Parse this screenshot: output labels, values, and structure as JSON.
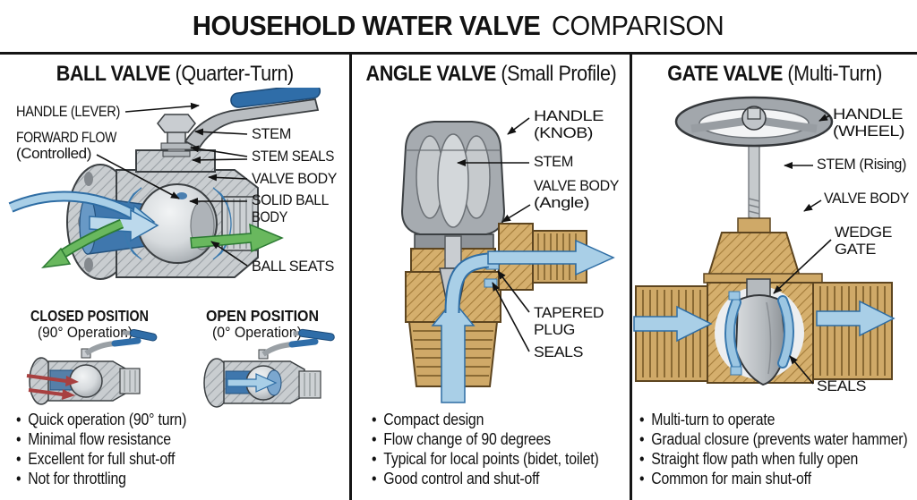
{
  "title": {
    "main": "HOUSEHOLD WATER VALVE",
    "suffix": "COMPARISON"
  },
  "colors": {
    "background": "#ffffff",
    "text": "#121212",
    "divider": "#151515",
    "steel_gray": "#c9cdd0",
    "brass": "#cfa968",
    "water_blue": "#a9cfe7",
    "water_blue_dark": "#2e6da4",
    "flow_green": "#69b85e",
    "handle_blue": "#2f6da8",
    "blocked_red": "#a84040"
  },
  "panels": [
    {
      "heading": "BALL VALVE",
      "heading_note": "(Quarter-Turn)",
      "labels": {
        "handle": "HANDLE (LEVER)",
        "forward_flow_line1": "FORWARD FLOW",
        "forward_flow_line2": "(Controlled)",
        "stem": "STEM",
        "stem_seals": "STEM SEALS",
        "valve_body": "VALVE BODY",
        "solid_ball_line1": "SOLID BALL",
        "solid_ball_line2": "BODY",
        "ball_seats": "BALL SEATS"
      },
      "closed": {
        "title": "CLOSED POSITION",
        "subtitle": "(90° Operation)"
      },
      "open": {
        "title": "OPEN POSITION",
        "subtitle": "(0° Operation)"
      },
      "bullets": [
        "Quick operation (90° turn)",
        "Minimal flow resistance",
        "Excellent for full shut-off",
        "Not for throttling"
      ]
    },
    {
      "heading": "ANGLE VALVE",
      "heading_note": "(Small Profile)",
      "labels": {
        "handle_line1": "HANDLE",
        "handle_line2": "(KNOB)",
        "stem": "STEM",
        "valve_body_line1": "VALVE BODY",
        "valve_body_line2": "(Angle)",
        "tapered_plug_line1": "TAPERED",
        "tapered_plug_line2": "PLUG",
        "seals": "SEALS"
      },
      "bullets": [
        "Compact design",
        "Flow change of 90 degrees",
        "Typical for local points (bidet, toilet)",
        "Good control and shut-off"
      ]
    },
    {
      "heading": "GATE VALVE",
      "heading_note": "(Multi-Turn)",
      "labels": {
        "handle_line1": "HANDLE",
        "handle_line2": "(WHEEL)",
        "stem": "STEM (Rising)",
        "valve_body": "VALVE BODY",
        "wedge_line1": "WEDGE",
        "wedge_line2": "GATE",
        "seals": "SEALS"
      },
      "bullets": [
        "Multi-turn to operate",
        "Gradual closure (prevents water hammer)",
        "Straight flow path when fully open",
        "Common for main shut-off"
      ]
    }
  ]
}
